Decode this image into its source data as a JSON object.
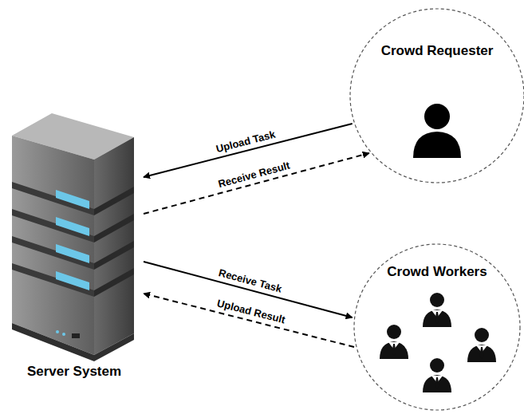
{
  "diagram": {
    "nodes": [
      {
        "text": [
          "Server System"
        ]
      },
      {
        "text": [
          "Crowd Requester"
        ]
      },
      {
        "text": [
          "Crowd Workers"
        ]
      }
    ],
    "edges": [
      {
        "from": 1,
        "to": 0,
        "arrow": "to",
        "label": "Upload Task"
      },
      {
        "from": 0,
        "to": 1,
        "arrow": "to",
        "label": "Receive Result"
      },
      {
        "from": 0,
        "to": 2,
        "arrow": "to",
        "label": "Receive Task"
      },
      {
        "from": 2,
        "to": 0,
        "arrow": "to",
        "label": "Upload Result"
      }
    ]
  }
}
